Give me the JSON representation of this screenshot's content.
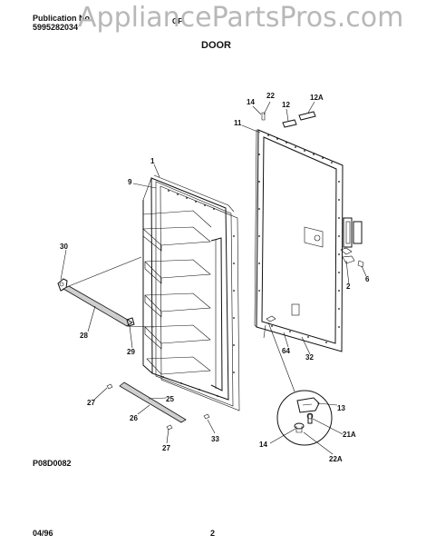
{
  "header": {
    "publication_label": "Publication No.",
    "publication_number": "5995282034",
    "model_partial": "GF-",
    "watermark": "AppliancePartsPros.com"
  },
  "title": "DOOR",
  "figure_code": "P08D0082",
  "footer": {
    "date": "04/96",
    "page": "2"
  },
  "callouts": [
    "14",
    "22",
    "12A",
    "12",
    "11",
    "1",
    "9",
    "30",
    "6",
    "2",
    "28",
    "29",
    "64",
    "32",
    "27",
    "25",
    "26",
    "13",
    "14",
    "21A",
    "22A",
    "27",
    "33"
  ]
}
